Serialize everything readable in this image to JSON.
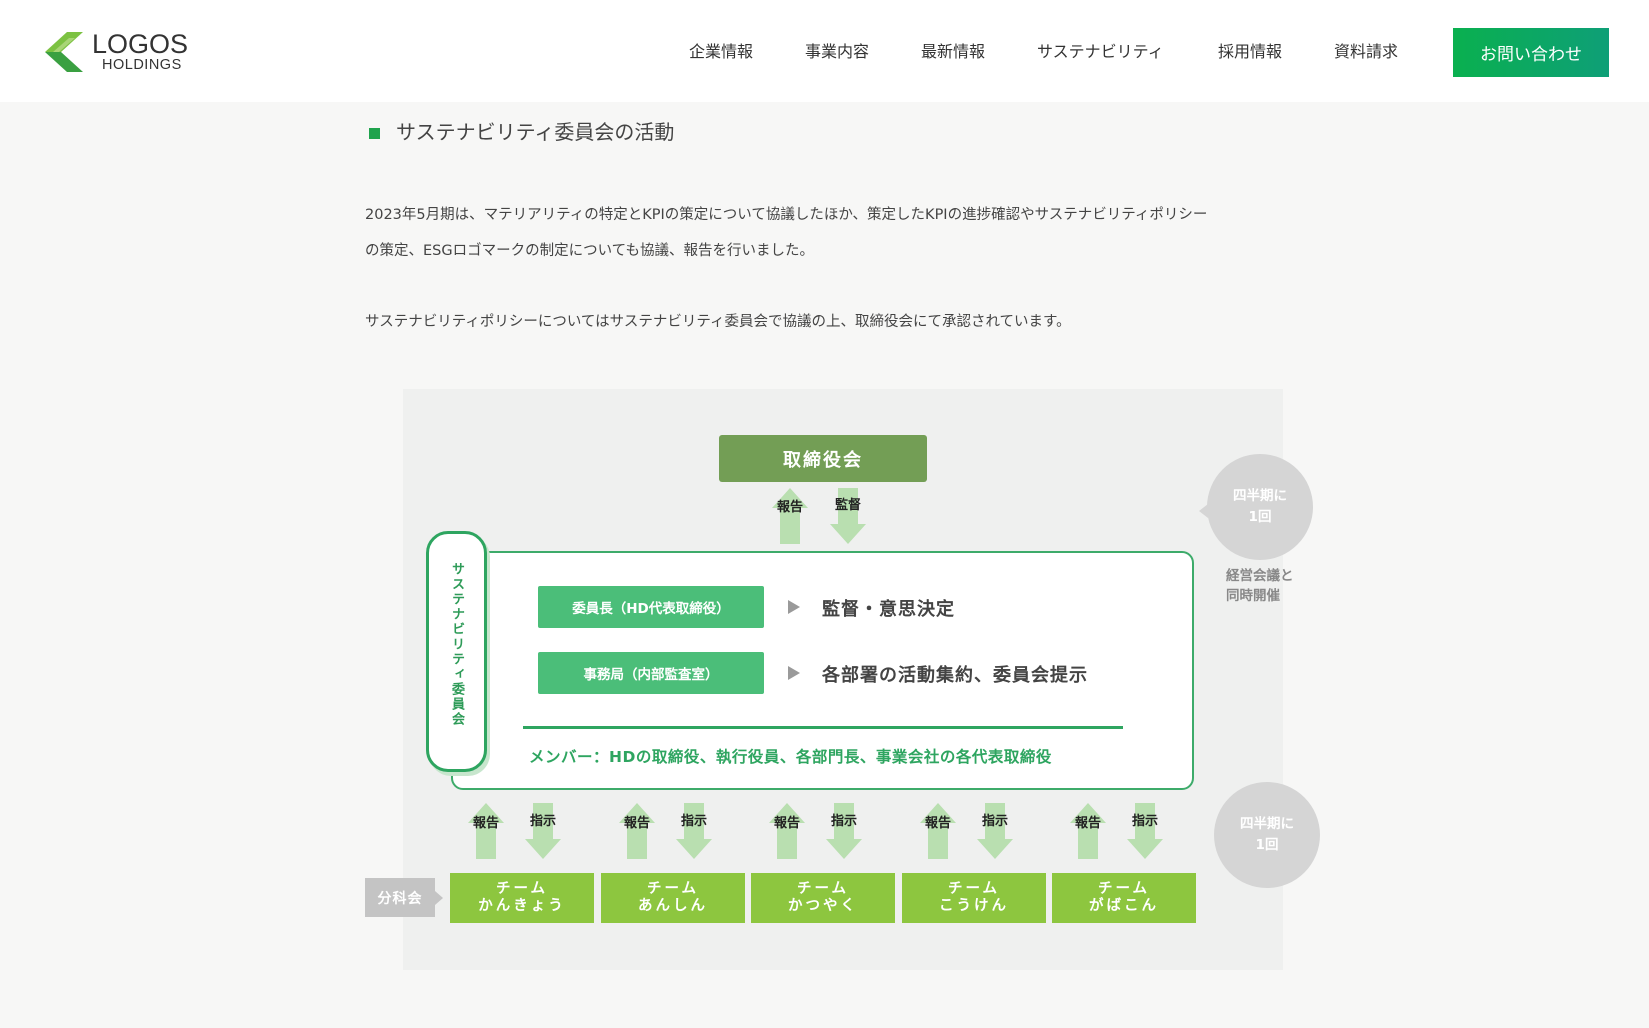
{
  "header": {
    "logo_name": "LOGOS",
    "logo_sub": "HOLDINGS",
    "nav": [
      "企業情報",
      "事業内容",
      "最新情報",
      "サステナビリティ",
      "採用情報",
      "資料請求"
    ],
    "contact_label": "お問い合わせ"
  },
  "section": {
    "title": "サステナビリティ委員会の活動",
    "paragraph1_line1": "2023年5月期は、マテリアリティの特定とKPIの策定について協議したほか、策定したKPIの進捗確認やサステナビリティポリシー",
    "paragraph1_line2": "の策定、ESGロゴマークの制定についても協議、報告を行いました。",
    "paragraph2": "サステナビリティポリシーについてはサステナビリティ委員会で協議の上、取締役会にて承認されています。"
  },
  "diagram": {
    "board": "取締役会",
    "report": "報告",
    "supervise": "監督",
    "instruct": "指示",
    "circle_top": "四半期に\n1回",
    "circle_top_note": "経営会議と\n同時開催",
    "circle_bottom": "四半期に\n1回",
    "committee_label": "サステナビリティ委員会",
    "roles": [
      {
        "label": "委員長（HD代表取締役）",
        "desc": "監督・意思決定"
      },
      {
        "label": "事務局（内部監査室）",
        "desc": "各部署の活動集約、委員会提示"
      }
    ],
    "members": "メンバー：HDの取締役、執行役員、各部門長、事業会社の各代表取締役",
    "bunka": "分科会",
    "teams": [
      {
        "line1": "チーム",
        "line2": "かんきょう"
      },
      {
        "line1": "チーム",
        "line2": "あんしん"
      },
      {
        "line1": "チーム",
        "line2": "かつやく"
      },
      {
        "line1": "チーム",
        "line2": "こうけん"
      },
      {
        "line1": "チーム",
        "line2": "がばこん"
      }
    ],
    "colors": {
      "green": "#4bbe79",
      "board": "#739e55",
      "team": "#8dc63f",
      "arrow": "#b9dfb0"
    }
  }
}
